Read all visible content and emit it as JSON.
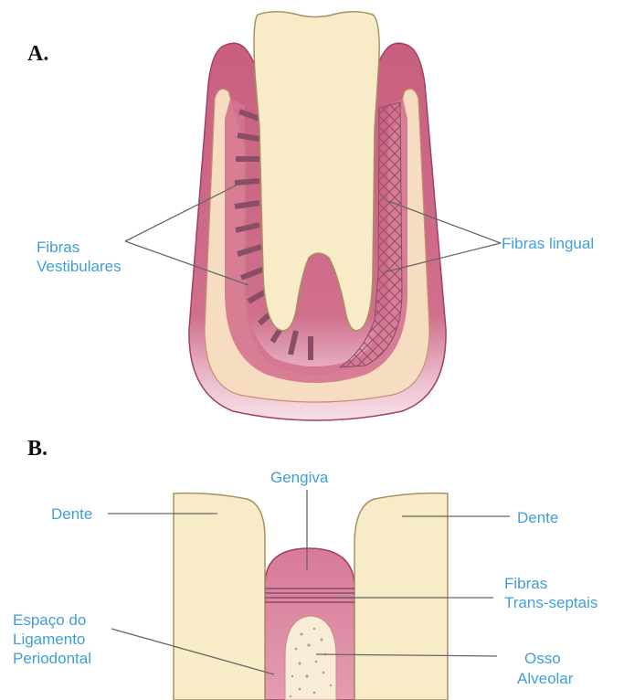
{
  "colors": {
    "label_blue": "#3f9fd6",
    "gum_dark": "#c8607e",
    "gum_outline": "#a04068",
    "tooth": "#f8ecc8",
    "tooth_outline": "#a89060",
    "bone_fill": "#f6dcc0",
    "fiber_dark": "#8a4d68",
    "fiber_cross": "#9b4f72",
    "leader_line": "#666666"
  },
  "panel_a": {
    "letter": "A.",
    "label_left_line1": "Fibras",
    "label_left_line2": "Vestibulares",
    "label_right": "Fibras lingual"
  },
  "panel_b": {
    "letter": "B.",
    "label_gengiva": "Gengiva",
    "label_dente_left": "Dente",
    "label_dente_right": "Dente",
    "label_trans_line1": "Fibras",
    "label_trans_line2": "Trans-septais",
    "label_espaco_line1": "Espaço do",
    "label_espaco_line2": "Ligamento",
    "label_espaco_line3": "Periodontal",
    "label_osso_line1": "Osso",
    "label_osso_line2": "Alveolar"
  }
}
